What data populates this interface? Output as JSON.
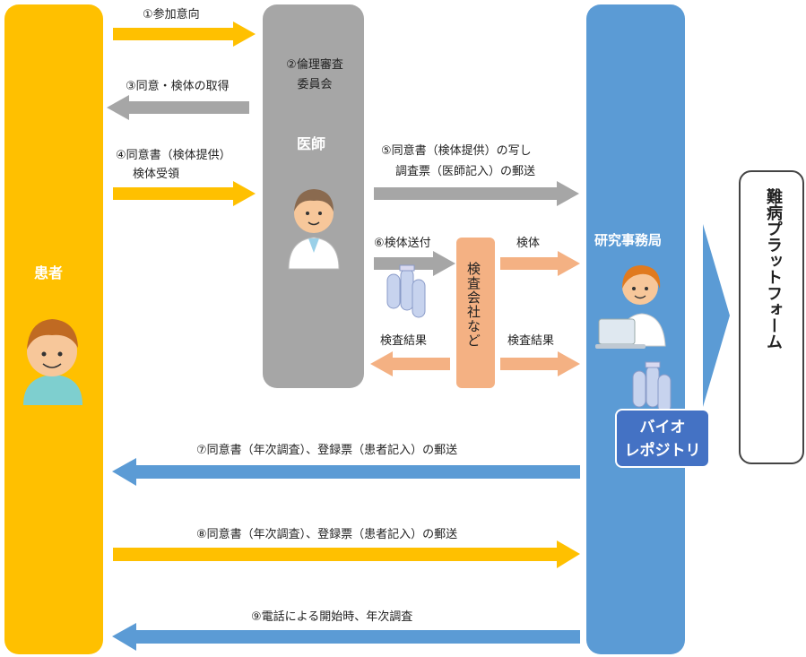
{
  "columns": {
    "patient": "患者",
    "doctor": "医師",
    "ethics": "②倫理審査\n委員会",
    "office": "研究事務局",
    "lab": "検査会社など",
    "platform": "難病プラットフォーム",
    "biorepo_line1": "バイオ",
    "biorepo_line2": "レポジトリ"
  },
  "arrows": {
    "a1": "①参加意向",
    "a3": "③同意・検体の取得",
    "a4_line1": "④同意書（検体提供）",
    "a4_line2": "検体受領",
    "a5_line1": "⑤同意書（検体提供）の写し",
    "a5_line2": "調査票（医師記入）の郵送",
    "a6": "⑥検体送付",
    "specimen": "検体",
    "result_left": "検査結果",
    "result_right": "検査結果",
    "a7": "⑦同意書（年次調査）、登録票（患者記入）の郵送",
    "a8": "⑧同意書（年次調査）、登録票（患者記入）の郵送",
    "a9": "⑨電話による開始時、年次調査"
  },
  "colors": {
    "patient": "#ffc000",
    "doctor": "#a6a6a6",
    "office": "#5b9bd5",
    "lab": "#f4b183",
    "biorepo": "#4472c4"
  }
}
